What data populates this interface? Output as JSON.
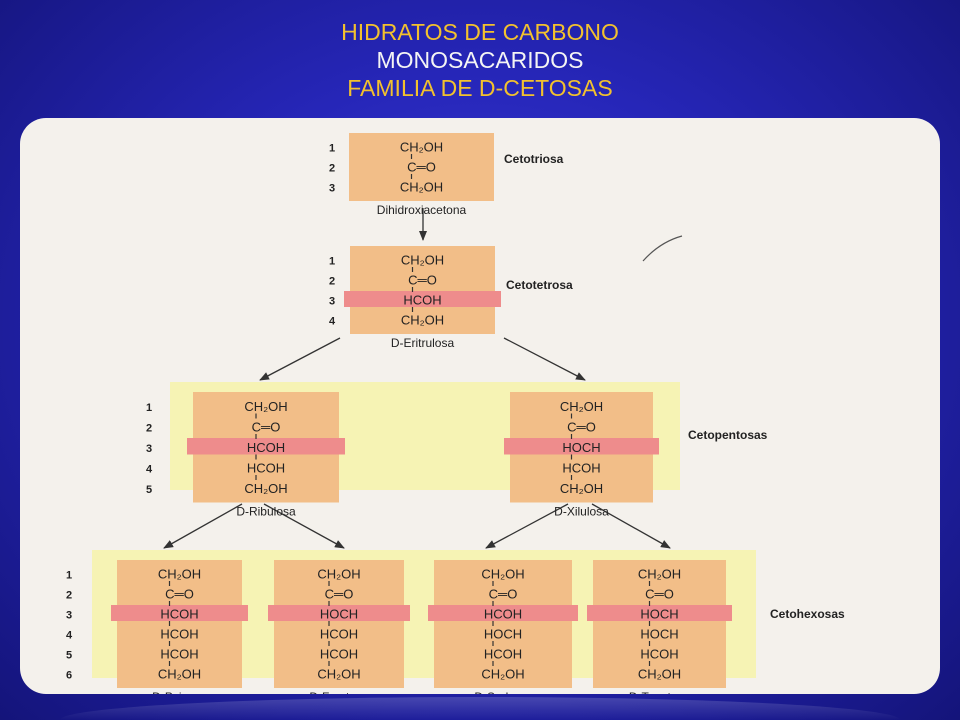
{
  "title": {
    "line1": "HIDRATOS DE CARBONO",
    "line2": "MONOSACARIDOS",
    "line3": "FAMILIA DE D-CETOSAS"
  },
  "colors": {
    "gold": "#f2c12e",
    "box": "#f2be88",
    "highlight": "#ee8c8c",
    "groupBg": "#f6f3b4"
  },
  "families": {
    "triose": "Cetotriosa",
    "tetrose": "Cetotetrosa",
    "pentose": "Cetopentosas",
    "hexose": "Cetohexosas"
  },
  "sugars": {
    "dihidroxiacetona": {
      "name": "Dihidroxiacetona",
      "rows": [
        {
          "num": "1",
          "group": "CH₂OH"
        },
        {
          "num": "2",
          "group": "C═O"
        },
        {
          "num": "3",
          "group": "CH₂OH"
        }
      ]
    },
    "eritrulosa": {
      "name": "D-Eritrulosa",
      "rows": [
        {
          "num": "1",
          "group": "CH₂OH"
        },
        {
          "num": "2",
          "group": "C═O"
        },
        {
          "num": "3",
          "group": "HCOH"
        },
        {
          "num": "4",
          "group": "CH₂OH"
        }
      ]
    },
    "ribulosa": {
      "name": "D-Ribulosa",
      "rows": [
        {
          "num": "1",
          "group": "CH₂OH"
        },
        {
          "num": "2",
          "group": "C═O"
        },
        {
          "num": "3",
          "group": "HCOH"
        },
        {
          "num": "4",
          "group": "HCOH"
        },
        {
          "num": "5",
          "group": "CH₂OH"
        }
      ]
    },
    "xilulosa": {
      "name": "D-Xilulosa",
      "rows": [
        {
          "num": "",
          "group": "CH₂OH"
        },
        {
          "num": "",
          "group": "C═O"
        },
        {
          "num": "",
          "group": "HOCH"
        },
        {
          "num": "",
          "group": "HCOH"
        },
        {
          "num": "",
          "group": "CH₂OH"
        }
      ]
    },
    "psicosa": {
      "name": "D-Psicosa",
      "rows": [
        {
          "num": "1",
          "group": "CH₂OH"
        },
        {
          "num": "2",
          "group": "C═O"
        },
        {
          "num": "3",
          "group": "HCOH"
        },
        {
          "num": "4",
          "group": "HCOH"
        },
        {
          "num": "5",
          "group": "HCOH"
        },
        {
          "num": "6",
          "group": "CH₂OH"
        }
      ]
    },
    "fructosa": {
      "name": "D-Fructosa",
      "rows": [
        {
          "num": "",
          "group": "CH₂OH"
        },
        {
          "num": "",
          "group": "C═O"
        },
        {
          "num": "",
          "group": "HOCH"
        },
        {
          "num": "",
          "group": "HCOH"
        },
        {
          "num": "",
          "group": "HCOH"
        },
        {
          "num": "",
          "group": "CH₂OH"
        }
      ]
    },
    "sorbosa": {
      "name": "D-Sorbosa",
      "rows": [
        {
          "num": "",
          "group": "CH₂OH"
        },
        {
          "num": "",
          "group": "C═O"
        },
        {
          "num": "",
          "group": "HCOH"
        },
        {
          "num": "",
          "group": "HOCH"
        },
        {
          "num": "",
          "group": "HCOH"
        },
        {
          "num": "",
          "group": "CH₂OH"
        }
      ]
    },
    "tagatosa": {
      "name": "D-Tagatosa",
      "rows": [
        {
          "num": "",
          "group": "CH₂OH"
        },
        {
          "num": "",
          "group": "C═O"
        },
        {
          "num": "",
          "group": "HOCH"
        },
        {
          "num": "",
          "group": "HOCH"
        },
        {
          "num": "",
          "group": "HCOH"
        },
        {
          "num": "",
          "group": "CH₂OH"
        }
      ]
    }
  }
}
